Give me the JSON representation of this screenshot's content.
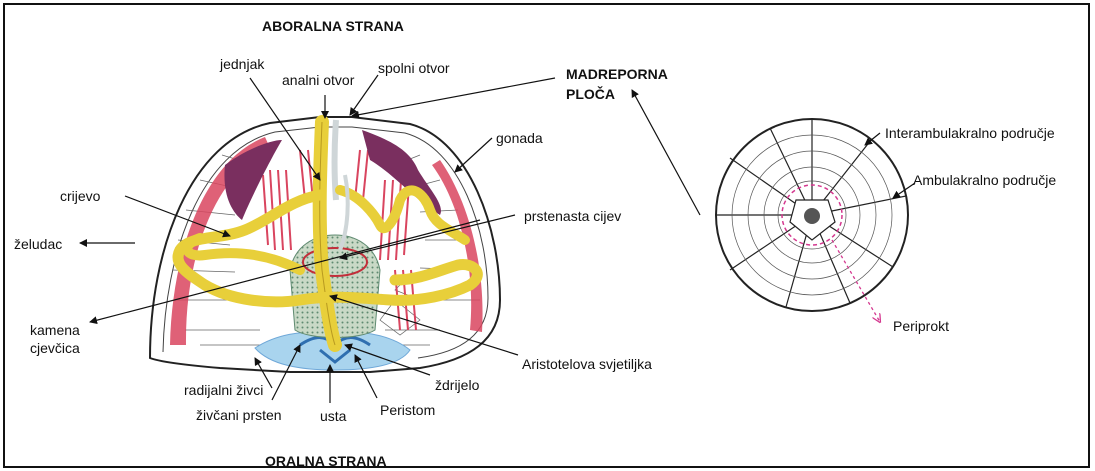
{
  "titles": {
    "aboral": "ABORALNA STRANA",
    "oral": "ORALNA STRANA"
  },
  "labels": {
    "jednjak": "jednjak",
    "analni_otvor": "analni otvor",
    "spolni_otvor": "spolni otvor",
    "madreporna_1": "MADREPORNA",
    "madreporna_2": "PLOČA",
    "gonada": "gonada",
    "crijevo": "crijevo",
    "zeludac": "želudac",
    "prstenasta_cijev": "prstenasta cijev",
    "kamena_1": "kamena",
    "kamena_2": "cjevčica",
    "aristotelova": "Aristotelova svjetiljka",
    "zdrijelo": "ždrijelo",
    "peristom": "Peristom",
    "usta": "usta",
    "zivcani_prsten": "živčani prsten",
    "radijalni_zivci": "radijalni živci",
    "interambulakralno": "Interambulakralno područje",
    "ambulakralno": "Ambulakralno područje",
    "periprokt": "Periprokt"
  },
  "colors": {
    "yellow": "#e8cf3a",
    "maroon": "#7a2f5f",
    "pink": "#d9455f",
    "blue": "#6fa8d8",
    "light_blue": "#a9d4ee",
    "green": "#8fb79a",
    "magenta": "#d4388f"
  }
}
